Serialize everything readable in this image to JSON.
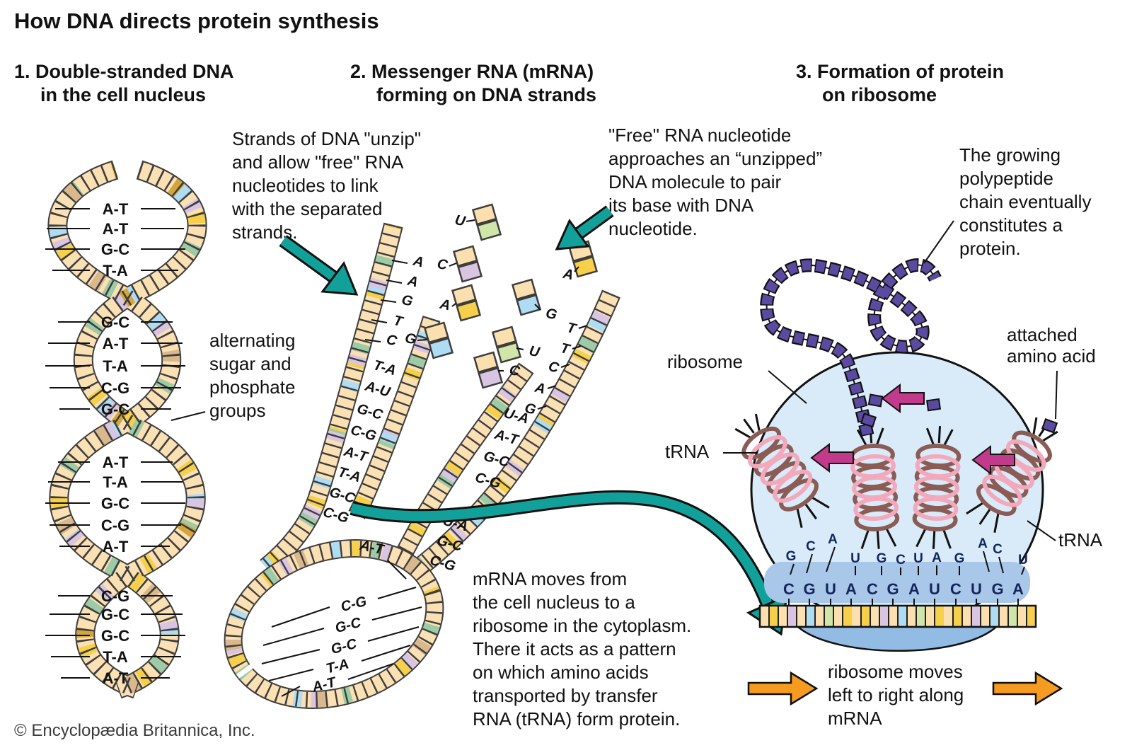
{
  "title": "How DNA directs protein synthesis",
  "copyright": "© Encyclopædia Britannica, Inc.",
  "headings": {
    "h1a": "1. Double-stranded DNA",
    "h1b": "in the cell nucleus",
    "h2a": "2. Messenger RNA (mRNA)",
    "h2b": "forming on DNA strands",
    "h3a": "3. Formation of protein",
    "h3b": "on ribosome"
  },
  "annotations": {
    "unzip": [
      "Strands of DNA \"unzip\"",
      "and allow \"free\" RNA",
      "nucleotides to link",
      "with the separated",
      "strands."
    ],
    "sugar_phosphate": [
      "alternating",
      "sugar and",
      "phosphate",
      "groups"
    ],
    "free_rna": [
      "\"Free\" RNA nucleotide",
      "approaches an “unzipped”",
      "DNA molecule to pair",
      "its base with DNA",
      "nucleotide."
    ],
    "growing": [
      "The growing",
      "polypeptide",
      "chain eventually",
      "constitutes a",
      "protein."
    ],
    "mrna_moves": [
      "mRNA moves from",
      "the cell nucleus to a",
      "ribosome in the cytoplasm.",
      "There it acts as a pattern",
      "on which amino acids",
      "transported by transfer",
      "RNA (tRNA) form protein."
    ],
    "ribosome_moves": [
      "ribosome moves",
      "left to right along",
      "mRNA"
    ],
    "ribosome_label": "ribosome",
    "trna_left_label": "tRNA",
    "trna_right_label": "tRNA",
    "attached": [
      "attached",
      "amino acid"
    ]
  },
  "helix": {
    "loop1": [
      "A-T",
      "A-T",
      "G-C",
      "T-A"
    ],
    "loop2": [
      "G-C",
      "A-T",
      "T-A",
      "C-G",
      "G-C"
    ],
    "loop3": [
      "A-T",
      "T-A",
      "G-C",
      "C-G",
      "A-T"
    ],
    "loop4": [
      "C-G",
      "G-C",
      "G-C",
      "T-A",
      "A-T"
    ]
  },
  "unzipped": {
    "left_free": [
      "U",
      "C",
      "A",
      "G"
    ],
    "left_unpaired": [
      "A",
      "A",
      "G",
      "T",
      "C"
    ],
    "left_pairs": [
      "T-A",
      "A-U",
      "G-C",
      "C-G",
      "A-T",
      "T-A",
      "G-C",
      "C-G"
    ],
    "left_bottom_pair": "A-T",
    "right_free": [
      "A",
      "G",
      "U",
      "C"
    ],
    "right_unpaired": [
      "T",
      "T",
      "C",
      "A",
      "G"
    ],
    "right_pairs": [
      "U-A",
      "A-T",
      "G-C",
      "C-G"
    ],
    "right_pairs_lower": [
      "U-A",
      "G-C",
      "C-G"
    ],
    "loop_pairs": [
      "C-G",
      "G-C",
      "G-C",
      "T-A",
      "A-T"
    ]
  },
  "ribosome": {
    "anticodon_left": [
      "G",
      "C",
      "A"
    ],
    "anticodon_mid_left": [
      "U",
      "G",
      "C"
    ],
    "anticodon_mid_right": [
      "U",
      "A",
      "G"
    ],
    "anticodon_right": [
      "A",
      "C",
      "U"
    ],
    "codon": [
      "C",
      "G",
      "U",
      "A",
      "C",
      "G",
      "A",
      "U",
      "C",
      "U",
      "G",
      "A"
    ]
  },
  "colors": {
    "teal_arrow": "#12a19a",
    "orange_arrow": "#f59b20",
    "magenta_arrow": "#c23a8c",
    "polypeptide_purple": "#5a4aa0",
    "ribosome_fill": "#d9ebf9",
    "codon_band": "#a9c7e9",
    "ribosome_bottom": "#93bce4",
    "strand_cream": "#fbe0b4",
    "trna_pink": "#f2a9bc",
    "trna_brown": "#8a5c55",
    "cell_yellow": "#f6d04a",
    "cell_blue": "#aedcf2",
    "cell_green": "#9dcba6",
    "cell_lavender": "#d9c5e2"
  }
}
